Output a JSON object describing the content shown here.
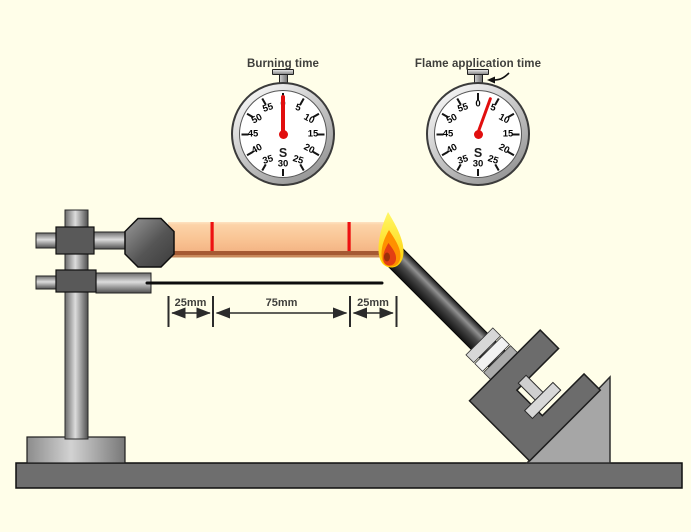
{
  "scene": {
    "background_color": "#FFFEE9"
  },
  "stopwatches": [
    {
      "label": "Burning time",
      "unit": "S",
      "dial_numbers": [
        "0",
        "5",
        "10",
        "15",
        "20",
        "25",
        "30",
        "35",
        "40",
        "45",
        "50",
        "55"
      ],
      "needle_angle_deg": 0,
      "press_indicator": false
    },
    {
      "label": "Flame application time",
      "unit": "S",
      "dial_numbers": [
        "0",
        "5",
        "10",
        "15",
        "20",
        "25",
        "30",
        "35",
        "40",
        "45",
        "50",
        "55"
      ],
      "needle_angle_deg": 20,
      "press_indicator": true
    }
  ],
  "dimensions": {
    "segments": [
      "25mm",
      "75mm",
      "25mm"
    ]
  },
  "colors": {
    "needle_red": "#E10E0E",
    "specimen_peach": "#F9C494",
    "specimen_mark_red": "#ED1111",
    "flame_yellow": "#FFE32B",
    "flame_orange": "#FF9000",
    "flame_red": "#E33E12",
    "metal_gray": "#6E6E6E",
    "label_text": "#3F3F3C"
  }
}
